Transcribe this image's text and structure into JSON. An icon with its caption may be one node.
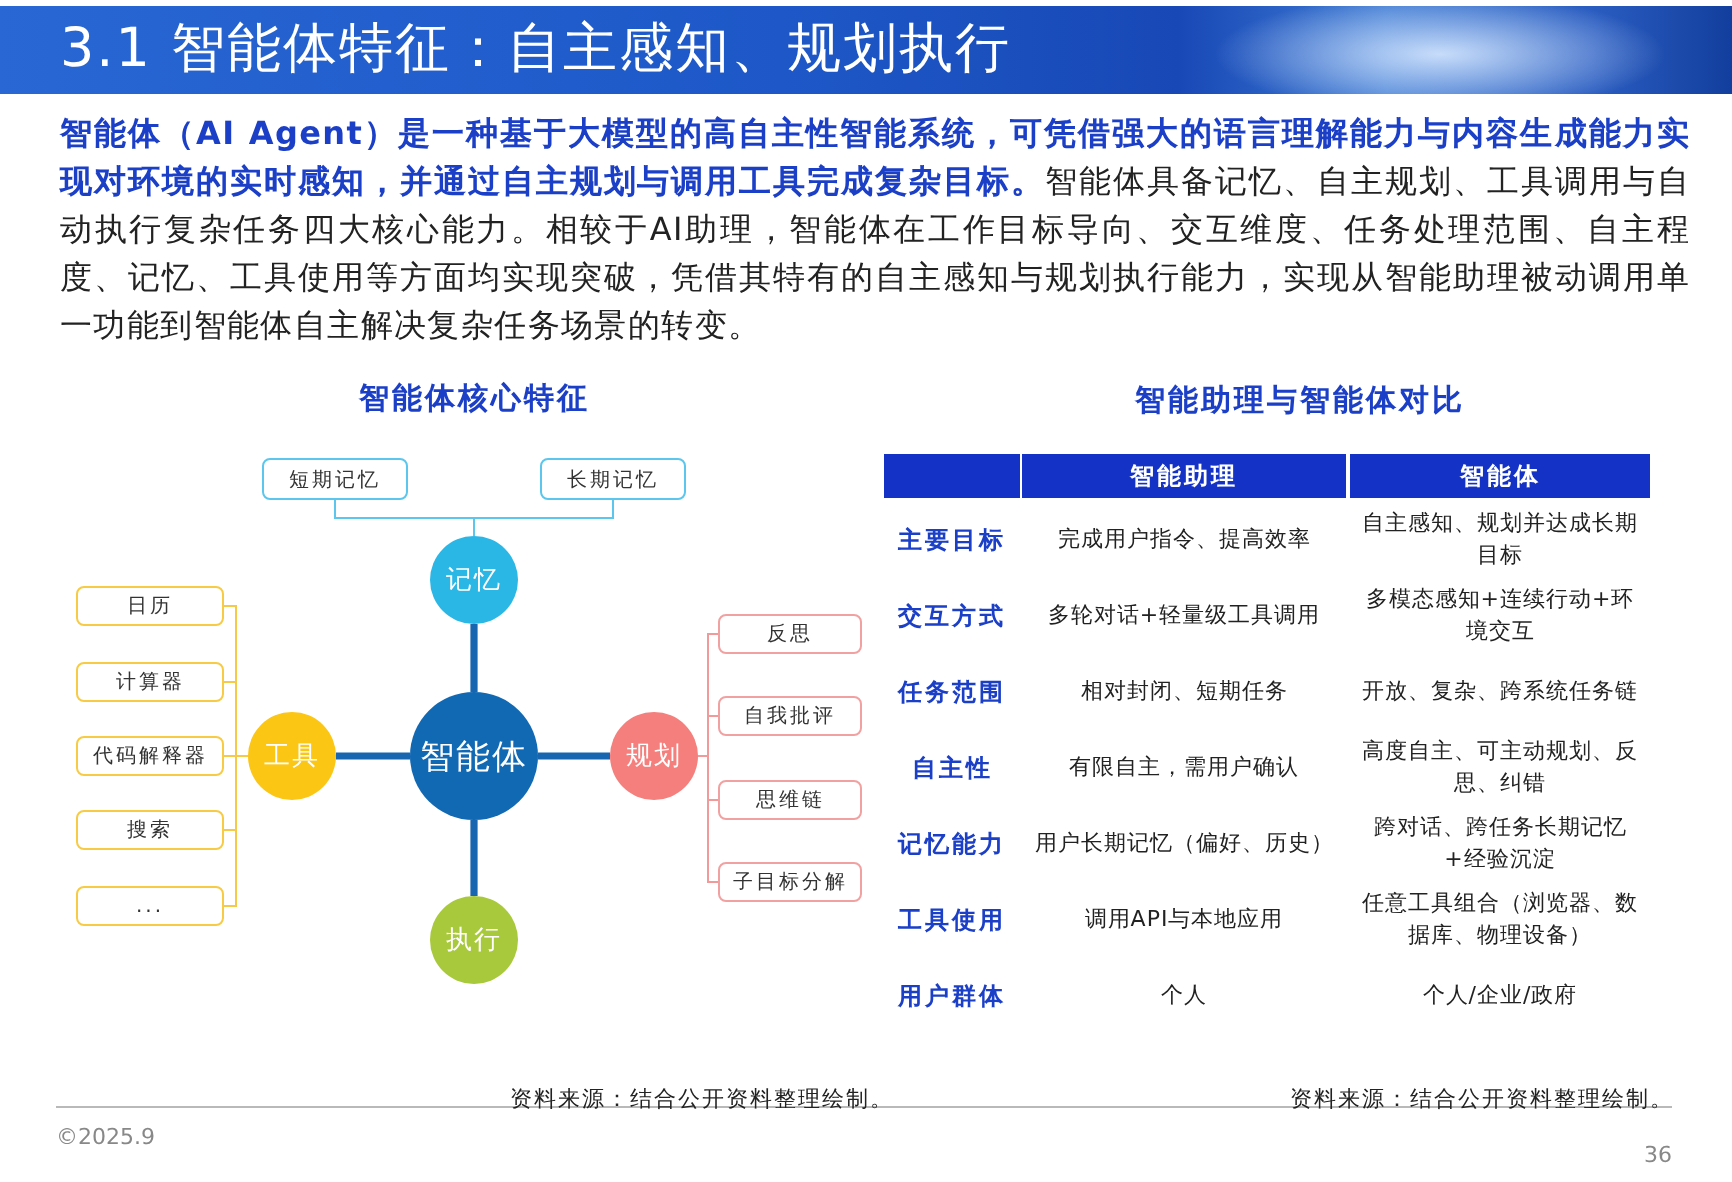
{
  "diagram": {
    "title": "3.1 智能体特征：自主感知、规划执行",
    "nodes": [
      {
        "text": [
          "智能体"
        ]
      },
      {
        "text": [
          "记忆"
        ]
      },
      {
        "text": [
          "短期记忆"
        ]
      },
      {
        "text": [
          "长期记忆"
        ]
      },
      {
        "text": [
          "工具"
        ]
      },
      {
        "text": [
          "日历"
        ]
      },
      {
        "text": [
          "计算器"
        ]
      },
      {
        "text": [
          "代码解释器"
        ]
      },
      {
        "text": [
          "搜索"
        ]
      },
      {
        "text": [
          "..."
        ]
      },
      {
        "text": [
          "规划"
        ]
      },
      {
        "text": [
          "反思"
        ]
      },
      {
        "text": [
          "自我批评"
        ]
      },
      {
        "text": [
          "思维链"
        ]
      },
      {
        "text": [
          "子目标分解"
        ]
      },
      {
        "text": [
          "执行"
        ]
      }
    ],
    "edges": [
      {
        "from": 0,
        "to": 1,
        "arrow": "none",
        "style": "thick",
        "color": "#1866b0"
      },
      {
        "from": 0,
        "to": 4,
        "arrow": "none",
        "style": "thick",
        "color": "#1866b0"
      },
      {
        "from": 0,
        "to": 10,
        "arrow": "none",
        "style": "thick",
        "color": "#1866b0"
      },
      {
        "from": 0,
        "to": 15,
        "arrow": "none",
        "style": "thick",
        "color": "#1866b0"
      },
      {
        "from": 1,
        "to": 2,
        "arrow": "none",
        "color": "#5cc6ec"
      },
      {
        "from": 1,
        "to": 3,
        "arrow": "none",
        "color": "#5cc6ec"
      },
      {
        "from": 4,
        "to": 5,
        "arrow": "none",
        "color": "#f7c948"
      },
      {
        "from": 4,
        "to": 6,
        "arrow": "none",
        "color": "#f7c948"
      },
      {
        "from": 4,
        "to": 7,
        "arrow": "none",
        "color": "#f7c948"
      },
      {
        "from": 4,
        "to": 8,
        "arrow": "none",
        "color": "#f7c948"
      },
      {
        "from": 4,
        "to": 9,
        "arrow": "none",
        "color": "#f7c948"
      },
      {
        "from": 10,
        "to": 11,
        "arrow": "none",
        "color": "#f29a9a"
      },
      {
        "from": 10,
        "to": 12,
        "arrow": "none",
        "color": "#f29a9a"
      },
      {
        "from": 10,
        "to": 13,
        "arrow": "none",
        "color": "#f29a9a"
      },
      {
        "from": 10,
        "to": 14,
        "arrow": "none",
        "color": "#f29a9a"
      }
    ],
    "labels": [
      "**智能体（AI Agent）是一种基于大模型的高自主性智能系统，可凭借强大的语言理解能力与内容生成能力实现对环境的实时感知，并通过自主规划与调用工具完成复杂目标。**智能体具备记忆、自主规划、工具调用与自动执行复杂任务四大核心能力。相较于AI助理，智能体在工作目标导向、交互维度、任务处理范围、自主程度、记忆、工具使用等方面均实现突破，凭借其特有的自主感知与规划执行能力，实现从智能助理被动调用单一功能到智能体自主解决复杂任务场景的转变。",
      "智能体核心特征",
      "智能助理与智能体对比",
      "智能助理",
      "智能体",
      "主要目标",
      "完成用户指令、提高效率",
      "自主感知、规划并达成长期目标",
      "交互方式",
      "多轮对话+轻量级工具调用",
      "多模态感知+连续行动+环境交互",
      "任务范围",
      "相对封闭、短期任务",
      "开放、复杂、跨系统任务链",
      "自主性",
      "有限自主，需用户确认",
      "高度自主、可主动规划、反思、纠错",
      "记忆能力",
      "用户长期记忆（偏好、历史）",
      "跨对话、跨任务长期记忆+经验沉淀",
      "工具使用",
      "调用API与本地应用",
      "任意工具组合（浏览器、数据库、物理设备）",
      "用户群体",
      "个人",
      "个人/企业/政府",
      "资料来源：结合公开资料整理绘制。",
      "资料来源：结合公开资料整理绘制。",
      "©2025.9",
      "36"
    ]
  }
}
